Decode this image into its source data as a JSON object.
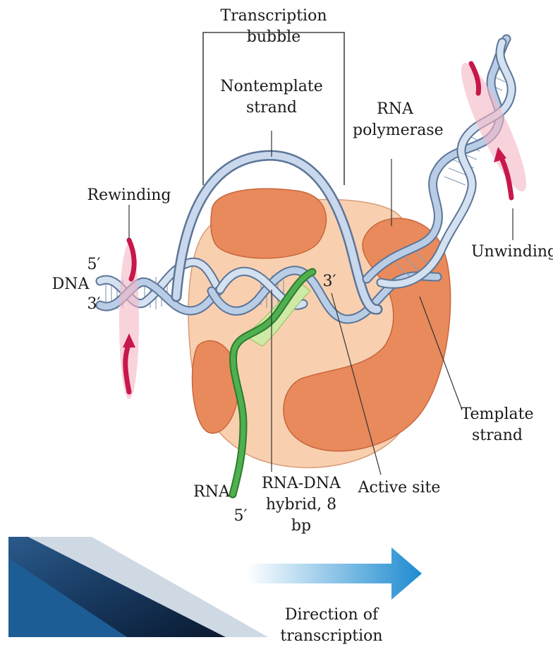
{
  "labels": {
    "transcription_bubble": "Transcription bubble",
    "nontemplate_line1": "Nontemplate",
    "nontemplate_line2": "strand",
    "rna_polymerase_line1": "RNA",
    "rna_polymerase_line2": "polymerase",
    "rewinding": "Rewinding",
    "unwinding": "Unwinding",
    "five_prime_left": "5′",
    "dna": "DNA",
    "three_prime_left": "3′",
    "three_prime_rna": "3′",
    "template_line1": "Template",
    "template_line2": "strand",
    "rna": "RNA",
    "five_prime_rna": "5′",
    "hybrid_line1": "RNA-DNA",
    "hybrid_line2": "hybrid, 8 bp",
    "active_site": "Active site",
    "direction": "Direction of transcription"
  },
  "colors": {
    "dna_strand": "#b9cde6",
    "dna_outline": "#5c7597",
    "polymerase_body": "#f8d0b0",
    "polymerase_domain": "#e88a5c",
    "rna": "#3e9a3e",
    "hybrid": "#cfe9a6",
    "twist_arrow": "#c8174b",
    "direction_arrow": "#1d8bd0",
    "corner_dark": "#1b3f66"
  }
}
